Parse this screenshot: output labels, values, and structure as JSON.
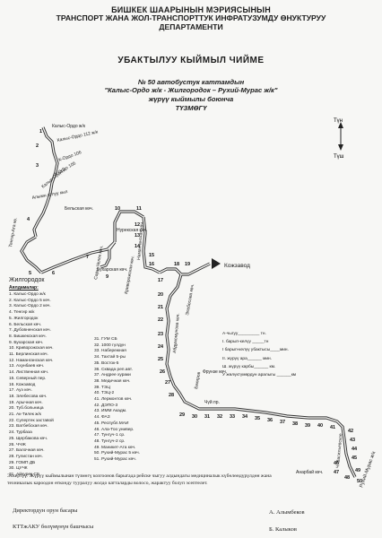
{
  "header": {
    "line1": "БИШКЕК ШААРЫНЫН МЭРИЯСЫНЫН",
    "line2": "ТРАНСПОРТ ЖАНА ЖОЛ-ТРАНСПОРТТУК ИНФРАТУЗУМДУ ӨНУКТУРУУ",
    "line3": "ДЕПАРТАМЕНТИ"
  },
  "title": "УБАКТЫЛУУ КЫЙМЫЛ ЧИЙМЕ",
  "subtitle": {
    "line1": "№ 50 автобустук каттамдын",
    "line2": "\"Калыс-Ордо ж/к - Жилгородок – Рухий-Мурас ж/к\"",
    "line3": "жүрүү кыймылы боюнча",
    "line4": "ТҮЗМӨГҮ"
  },
  "compass": {
    "up": "Түн",
    "down": "Түш"
  },
  "map_labels": {
    "kalys_ordo": "Калыс-Ордо ж/к",
    "kalys_ordo_112": "Калыс-Ордо 112 ж/к",
    "k_ordo_106": "К-Ордо 106",
    "k_ordo_105": "К.Ордо 105",
    "k_ordo_2": "Калыс-Ордо 2",
    "alymnovoe": "Алымн атлуу кыл",
    "belskaya": "Бельская көч.",
    "tenger": "Тенгир-Ата кө.",
    "zhilgorodok": "Жилгородок",
    "sary_cheleka": "Сары-Челек көч.",
    "buharskaya": "Бухарская көч.",
    "nurekskaya": "Нурекская көч.",
    "krivorozhskaya": "Криворожская көч.",
    "namangan": "Наманганская көч.",
    "kozhzavod": "Кожзавод",
    "elebesova": "Элебесова көч.",
    "abdumomunov": "Абдумомунова көч.",
    "frunze": "Фрунзе көч.",
    "chuy": "Чүй пр.",
    "vasilevskoe": "Ч. Васильевское",
    "anarbay": "Анарбай көч.",
    "mira": "Бекиров",
    "ruhiy": "Рухий-Мурас ж/к",
    "n1": "1",
    "n2": "2",
    "n3": "3",
    "n4": "4",
    "n5": "5",
    "n6": "6",
    "n7": "7",
    "n9": "9",
    "n10": "10",
    "n11": "11",
    "n12": "12",
    "n13": "13",
    "n14": "14",
    "n15": "15",
    "n16": "16",
    "n17": "17",
    "n18": "18",
    "n19": "19",
    "n20": "20",
    "n21": "21",
    "n22": "22",
    "n23": "23",
    "n24": "24",
    "n25": "25",
    "n26": "26",
    "n27": "27",
    "n28": "28",
    "n29": "29",
    "n30": "30",
    "n31": "31",
    "n32": "32",
    "n33": "33",
    "n34": "34",
    "n35": "35",
    "n36": "36",
    "n37": "37",
    "n38": "38",
    "n39": "39",
    "n40": "40",
    "n41": "41",
    "n42": "42",
    "n43": "43",
    "n44": "44",
    "n45": "45",
    "n46": "46",
    "n47": "47",
    "n48": "48",
    "n49": "49",
    "n50": "50"
  },
  "stops_title": "Аялдамалар:",
  "stops_col1": [
    "1. Калыс-Ордо ж/к",
    "2. Калыс-Ордо 5 көч.",
    "3. Калыс-Ордо 2 көч.",
    "4. Тенгир ж/к",
    "5. Жилгородок",
    "6. Бельская көч.",
    "7. Дубовненская көч.",
    "8. Бишкекская көч.",
    "9. Бухарская көч.",
    "10. Криворожская көч.",
    "11. Берлинская көч.",
    "12. Наманганская көч.",
    "13. Ахунбаев көч.",
    "14. Лиственная көч.",
    "15. Северный пер.",
    "16. Кожзавод",
    "17. Ауэ көч.",
    "18. Элебесова көч.",
    "19. Арычная көч.",
    "20. Туб.больница",
    "21. Ак-Тилек ж/к",
    "22. Супертек заставой",
    "23. Ватбебская көч.",
    "24. Турбаза",
    "25. Щербакова көч.",
    "26. ЧЧЖ",
    "27. Балочная көч.",
    "28. Гулистан көч.",
    "29. ГОМП ДБ",
    "30. ЦУЧК",
    "31. Айчурек СБ"
  ],
  "stops_col2": [
    "31. ГУМ СБ",
    "32. 1000 гүлдүн",
    "33. Набережная",
    "34. Тахтай 5-ры",
    "35. Восток-5",
    "36. Сквада реп.авт.",
    "37. Андрее хураки",
    "38. Медичная көч.",
    "39. ТЭЦ",
    "40. ТЭЦ-2",
    "41. Лермонтов көч.",
    "42. ДЭПО-3",
    "43. ИММ Акадм.",
    "44. ФАЗ",
    "45. Республ.МАИ",
    "46. Ала-Тоо универ.",
    "47. Тунгуч-1 ср.",
    "48. Тунгуч-2 ср.",
    "49. Маникет-Ата көч.",
    "50. Рухий-Мурас 5 көч.",
    "51. Рухий-Мурас көч."
  ],
  "info": {
    "line1": "А-чыгуу_________ тн.",
    "line2": "I. барып-келүү _____тн",
    "line3": "I барып-келүү убактысы____мин.",
    "line4": "II. жүрүү ара______ мин.",
    "line5": "Ш. жүрүү карбы______ км.",
    "line6": "У жөлүктүмөрдүн аралыгы ______км"
  },
  "note": "Эскертүү: Жүрүү кыймылынан түзмөгү козгоонов барыгада рейске чыгуу алдындагы медициналык күбөлөндүрүлдөн жана техникалык кароодон өтконду тууралуу жолдо катталарды волосо, жарактуу болуп эсептелет.",
  "signatures": {
    "left1": "Директордун орун басары",
    "right1": "А. Алымбеков",
    "left2": "КТТжАКУ бөлүмүнүн башчысы",
    "right2": "Б. Калыков"
  }
}
